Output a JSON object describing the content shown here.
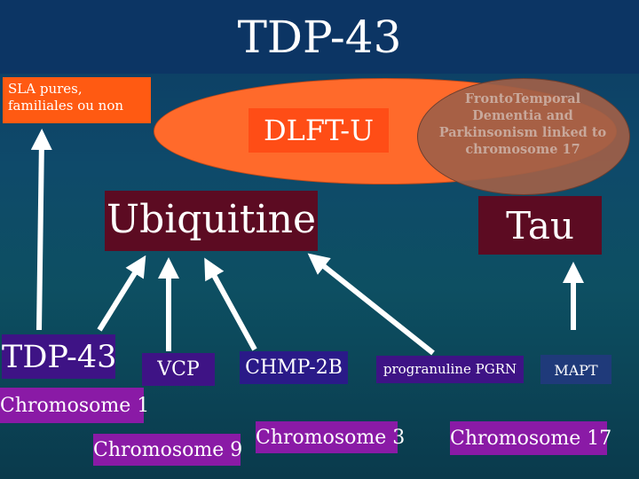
{
  "title": "TDP-43",
  "sla_box": {
    "line1": "SLA pures,",
    "line2": "familiales ou non"
  },
  "dlft_label": "DLFT-U",
  "ftdp_label": {
    "line1": "FrontoTemporal",
    "line2": "Dementia and",
    "line3": "Parkinsonism linked to",
    "line4": "chromosome 17"
  },
  "ubiquitine_label": "Ubiquitine",
  "tau_label": "Tau",
  "genes": {
    "tdp43": "TDP-43",
    "vcp": "VCP",
    "chmp2b": "CHMP-2B",
    "pgrn": "progranuline PGRN",
    "mapt": "MAPT"
  },
  "chromosomes": {
    "chr1": "Chromosome 1",
    "chr9": "Chromosome 9",
    "chr3": "Chromosome 3",
    "chr17": "Chromosome 17"
  },
  "colors": {
    "background_top": "#0c3564",
    "background_bottom": "#0a3a4c",
    "orange_box": "#ff5a12",
    "ellipse_orange": "#ff6a2b",
    "ellipse_brown": "#a06048",
    "maroon_box": "#5c0b22",
    "purple_box": "#3e1385",
    "magenta_box": "#8a1aa6",
    "arrow": "#ffffff"
  }
}
